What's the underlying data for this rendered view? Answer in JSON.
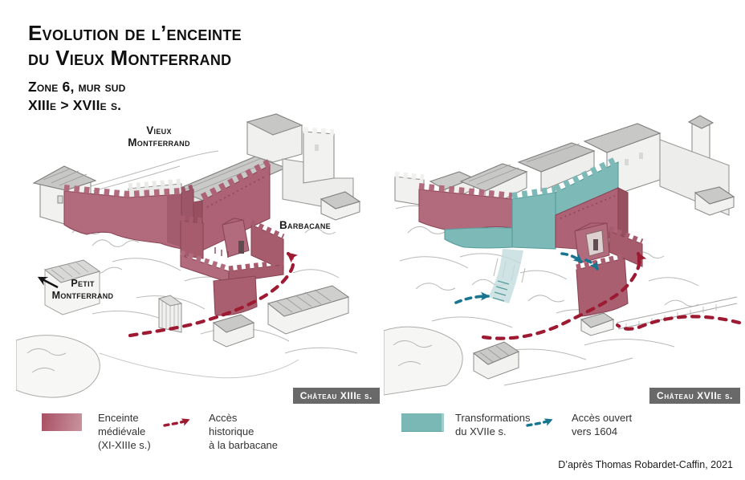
{
  "header": {
    "title": "Evolution de l’enceinte\ndu Vieux Montferrand",
    "subtitle": "Zone 6, mur sud\nXIIIe > XVIIe s."
  },
  "panel_13e": {
    "badge": "Château XIIIe s.",
    "label_vieux": "Vieux\nMontferrand",
    "label_barbacane": "Barbacane",
    "label_petit": "Petit\nMontferrand"
  },
  "panel_17e": {
    "badge": "Château XVIIe s."
  },
  "legend": {
    "medieval_label": "Enceinte\nmédiévale\n(XI-XIIIe s.)",
    "historic_access_label": "Accès\nhistorique\nà la barbacane",
    "transformations_label": "Transformations\ndu XVIIe s.",
    "opened_access_label": "Accès ouvert\nvers 1604"
  },
  "footer": {
    "credit": "D’après Thomas Robardet-Caffin, 2021"
  },
  "colors": {
    "medieval_wall": "#b26b7c",
    "medieval_wall_dark": "#9d5568",
    "medieval_swatch_start": "#a85064",
    "medieval_swatch_end": "#c9939f",
    "transformation_teal": "#7ab8b6",
    "historic_access_arrow": "#9e1a32",
    "opened_access_arrow": "#17758f",
    "badge_background": "#696969",
    "sketch_gray": "#b7b7b5"
  }
}
